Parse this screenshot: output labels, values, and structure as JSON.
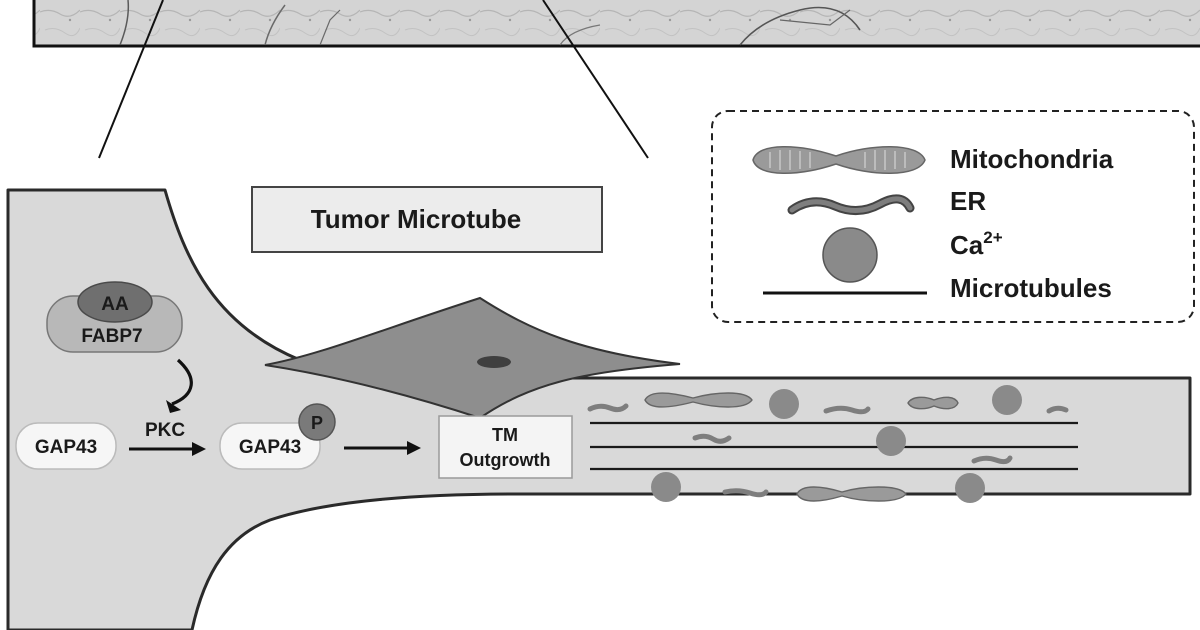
{
  "title": "Tumor Microtube",
  "nodes": {
    "aa": "AA",
    "fabp7": "FABP7",
    "gap43_left": "GAP43",
    "pkc": "PKC",
    "gap43_right": "GAP43",
    "phospho": "P",
    "tm_outgrowth_line1": "TM",
    "tm_outgrowth_line2": "Outgrowth"
  },
  "legend": {
    "mitochondria": "Mitochondria",
    "er": "ER",
    "ca_base": "Ca",
    "ca_superscript": "2+",
    "microtubules": "Microtubules"
  },
  "colors": {
    "cell_body": "#d9d9d9",
    "outline": "#2a2a2a",
    "organelle": "#8a8a8a",
    "label_box": "#ececec",
    "white_box": "#f6f6f6"
  }
}
